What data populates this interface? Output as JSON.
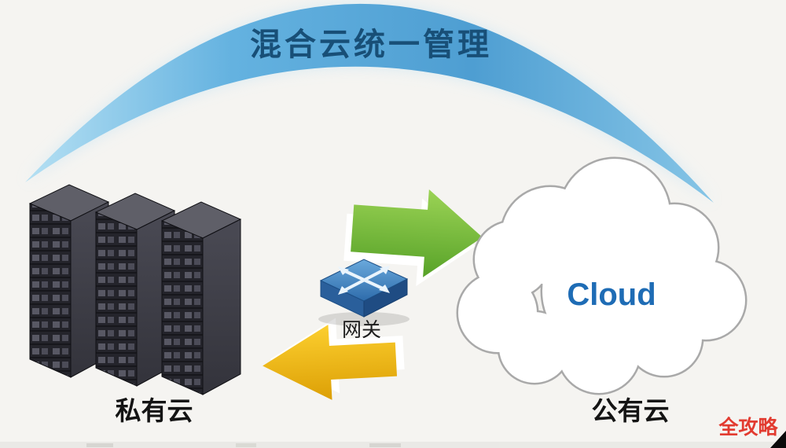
{
  "title": "混合云统一管理",
  "nodes": {
    "private_cloud": {
      "label": "私有云",
      "type": "server-racks"
    },
    "gateway": {
      "label": "网关",
      "type": "router-device"
    },
    "public_cloud": {
      "label": "公有云",
      "cloud_text": "Cloud",
      "type": "cloud"
    }
  },
  "flows": [
    {
      "from": "private_cloud",
      "to": "public_cloud",
      "arrow_color": "#6fb53a",
      "direction": "right"
    },
    {
      "from": "public_cloud",
      "to": "private_cloud",
      "arrow_color": "#efb80d",
      "direction": "left"
    }
  ],
  "watermark": "全攻略",
  "colors": {
    "arc_light": "#b5e0f3",
    "arc_dark": "#4e9ed2",
    "title_text": "#184f77",
    "green_arrow": "#6fb53a",
    "yellow_arrow": "#efb80d",
    "gateway_blue": "#2e6cab",
    "cloud_outline": "#a9a9a9",
    "cloud_text": "#1e6cb5",
    "label_text": "#141414",
    "watermark_red": "#e23b30"
  }
}
